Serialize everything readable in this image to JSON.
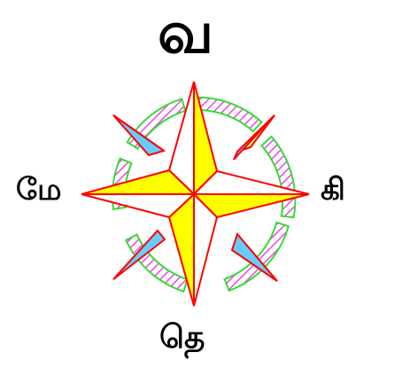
{
  "compass": {
    "north_label": "வ",
    "east_label": "கி",
    "south_label": "தெ",
    "west_label": "மே"
  },
  "colors": {
    "star_fill": "#ffff00",
    "star_outline": "#ff0000",
    "ring_outline": "#33dd33",
    "ring_hatch": "#ee44ee",
    "ring_fill": "#ffffff",
    "minor_wedge_fill": "#ffff66",
    "minor_wedge_shadow": "#66ccff",
    "label_color": "#000000"
  },
  "icons": {
    "main_graphic": "compass-rose-icon"
  }
}
